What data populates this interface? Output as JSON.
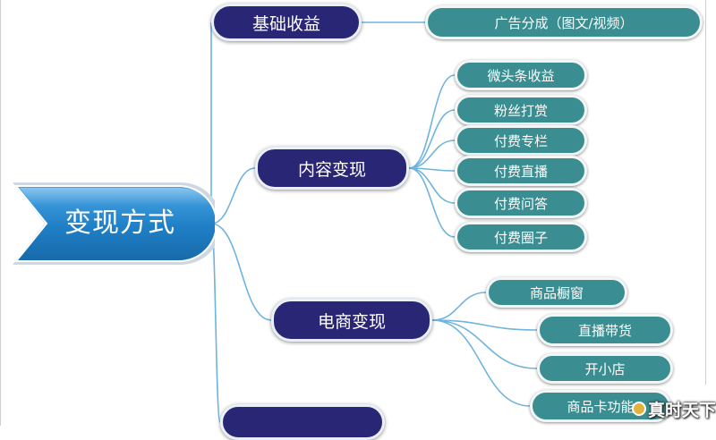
{
  "diagram": {
    "root": {
      "label": "变现方式"
    },
    "branches": [
      {
        "label": "基础收益",
        "children": [
          "广告分成（图文/视频）"
        ]
      },
      {
        "label": "内容变现",
        "children": [
          "微头条收益",
          "粉丝打赏",
          "付费专栏",
          "付费直播",
          "付费问答",
          "付费圈子"
        ]
      },
      {
        "label": "电商变现",
        "children": [
          "商品橱窗",
          "直播带货",
          "开小店",
          "商品卡功能"
        ]
      },
      {
        "label": "",
        "children": []
      }
    ]
  },
  "watermark": {
    "text": "真时天下"
  },
  "colors": {
    "root_blue": "#1f7fc6",
    "level1_navy": "#2a2676",
    "level2_teal": "#3a8d91",
    "connector": "#6fb4dc"
  }
}
